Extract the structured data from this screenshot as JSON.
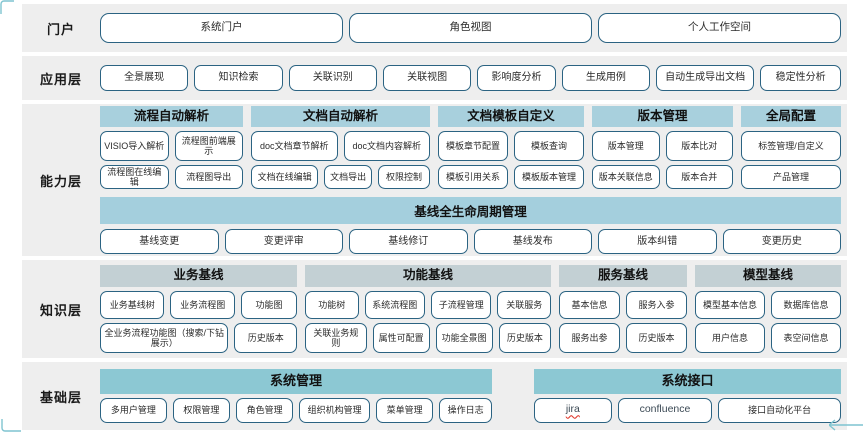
{
  "colors": {
    "band_bg": "#eeeeee",
    "pill_border": "#2b6382",
    "head_blue": "#a8d0dd",
    "head_gray": "#c3d0d4",
    "head_teal": "#8cc8d3",
    "text": "#2a2a2a"
  },
  "layers": [
    {
      "label": "门户",
      "items": [
        "系统门户",
        "角色视图",
        "个人工作空间"
      ]
    },
    {
      "label": "应用层",
      "items": [
        "全景展现",
        "知识检索",
        "关联识别",
        "关联视图",
        "影响度分析",
        "生成用例",
        "自动生成导出文档",
        "稳定性分析"
      ]
    },
    {
      "label": "能力层",
      "groups": [
        {
          "head": "流程自动解析",
          "rows": [
            [
              "VISIO导入解析",
              "流程图前端展示"
            ],
            [
              "流程图在线编辑",
              "流程图导出"
            ]
          ]
        },
        {
          "head": "文档自动解析",
          "rows": [
            [
              "doc文档章节解析",
              "doc文档内容解析"
            ],
            [
              "文档在线编辑",
              "文档导出",
              "权限控制"
            ]
          ]
        },
        {
          "head": "文档模板自定义",
          "rows": [
            [
              "模板章节配置",
              "模板查询"
            ],
            [
              "模板引用关系",
              "模板版本管理"
            ]
          ]
        },
        {
          "head": "版本管理",
          "rows": [
            [
              "版本管理",
              "版本比对"
            ],
            [
              "版本关联信息",
              "版本合并"
            ]
          ]
        },
        {
          "head": "全局配置",
          "rows": [
            [
              "标签管理/自定义"
            ],
            [
              "产品管理"
            ]
          ]
        }
      ],
      "lifecycle": {
        "head": "基线全生命周期管理",
        "items": [
          "基线变更",
          "变更评审",
          "基线修订",
          "基线发布",
          "版本纠错",
          "变更历史"
        ]
      }
    },
    {
      "label": "知识层",
      "groups": [
        {
          "head": "业务基线",
          "rows": [
            [
              "业务基线树",
              "业务流程图",
              "功能图"
            ],
            [
              "全业务流程功能图（搜索/下钻展示）",
              "历史版本"
            ]
          ]
        },
        {
          "head": "功能基线",
          "rows": [
            [
              "功能树",
              "系统流程图",
              "子流程管理",
              "关联服务"
            ],
            [
              "关联业务规则",
              "属性可配置",
              "功能全景图",
              "历史版本"
            ]
          ]
        },
        {
          "head": "服务基线",
          "rows": [
            [
              "基本信息",
              "服务入参"
            ],
            [
              "服务出参",
              "历史版本"
            ]
          ]
        },
        {
          "head": "模型基线",
          "rows": [
            [
              "模型基本信息",
              "数据库信息"
            ],
            [
              "用户信息",
              "表空间信息"
            ]
          ]
        }
      ]
    },
    {
      "label": "基础层",
      "groups": [
        {
          "head": "系统管理",
          "rows": [
            [
              "多用户管理",
              "权限管理",
              "角色管理",
              "组织机构管理",
              "菜单管理",
              "操作日志"
            ]
          ]
        },
        {
          "head": "系统接口",
          "rows": [
            [
              "jira",
              "confluence",
              "接口自动化平台"
            ]
          ]
        }
      ]
    }
  ]
}
